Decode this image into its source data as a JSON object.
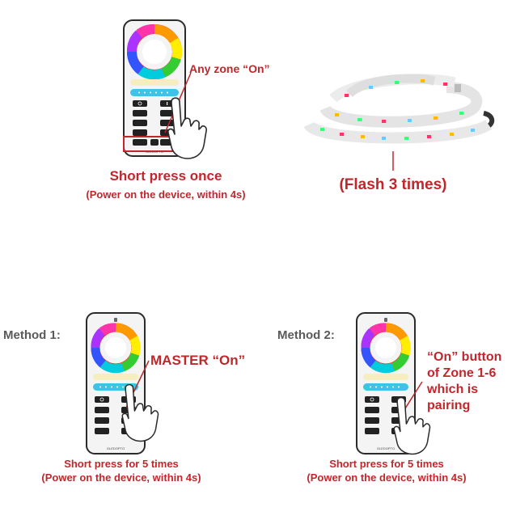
{
  "colors": {
    "accent_red": "#c0272d",
    "label_gray": "#5a5a5a",
    "remote_body": "#f4f4f4",
    "remote_border": "#2b2b2b",
    "key_dark": "#222222",
    "highlight_cyan": "#3cc3e8"
  },
  "step1": {
    "callout": "Any zone “On”",
    "action": "Short press once",
    "note": "(Power on the device, within 4s)"
  },
  "strip": {
    "result": "(Flash 3 times)"
  },
  "method1": {
    "label": "Method 1:",
    "callout": "MASTER “On”",
    "action": "Short press for 5 times",
    "note": "(Power on the device, within 4s)"
  },
  "method2": {
    "label": "Method 2:",
    "callout_lines": [
      "“On” button",
      "of Zone 1-6",
      "which is",
      "pairing"
    ],
    "action": "Short press for 5 times",
    "note": "(Power on the device, within 4s)"
  },
  "remote": {
    "brand": "GLEDOPTO"
  },
  "icons": [
    "color-wheel-icon",
    "hand-pointer-icon",
    "led-strip-icon",
    "power-icon"
  ]
}
